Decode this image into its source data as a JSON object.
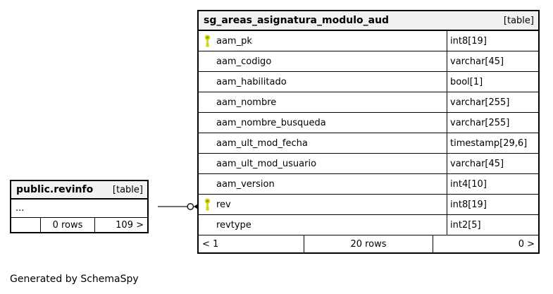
{
  "main_table": {
    "title": "sg_areas_asignatura_modulo_aud",
    "badge": "[table]",
    "columns": [
      {
        "name": "aam_pk",
        "type": "int8[19]",
        "key": true
      },
      {
        "name": "aam_codigo",
        "type": "varchar[45]",
        "key": false
      },
      {
        "name": "aam_habilitado",
        "type": "bool[1]",
        "key": false
      },
      {
        "name": "aam_nombre",
        "type": "varchar[255]",
        "key": false
      },
      {
        "name": "aam_nombre_busqueda",
        "type": "varchar[255]",
        "key": false
      },
      {
        "name": "aam_ult_mod_fecha",
        "type": "timestamp[29,6]",
        "key": false
      },
      {
        "name": "aam_ult_mod_usuario",
        "type": "varchar[45]",
        "key": false
      },
      {
        "name": "aam_version",
        "type": "int4[10]",
        "key": false
      },
      {
        "name": "rev",
        "type": "int8[19]",
        "key": true
      },
      {
        "name": "revtype",
        "type": "int2[5]",
        "key": false
      }
    ],
    "footer": {
      "left": "< 1",
      "center": "20 rows",
      "right": "0 >"
    }
  },
  "related_table": {
    "title": "public.revinfo",
    "badge": "[table]",
    "ellipsis": "...",
    "footer": {
      "left": "",
      "center": "0 rows",
      "right": "109 >"
    }
  },
  "caption": {
    "generated_by": "Generated by SchemaSpy"
  },
  "icons": {
    "primary_key": "key-icon",
    "relationship_end": "circle-and-arrow-connector"
  },
  "colors": {
    "header_bg": "#f1f1f1",
    "table_bg": "#ffffff",
    "border": "#000000",
    "key_icon": "#ccd500",
    "key_icon_hole": "#8a8400",
    "connector": "#3f3f3f"
  }
}
